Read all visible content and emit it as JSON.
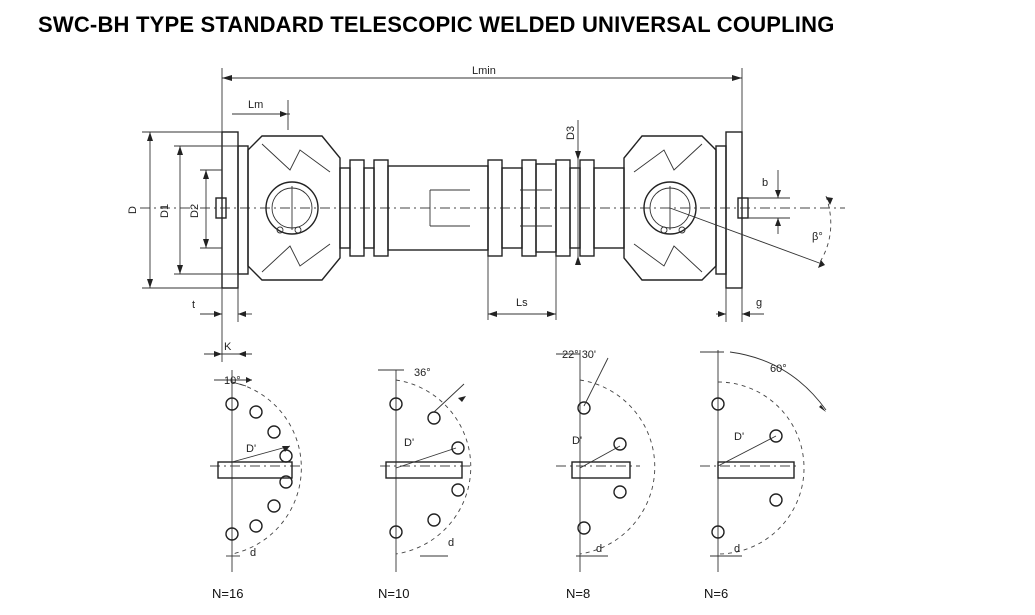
{
  "title": "SWC-BH TYPE STANDARD TELESCOPIC WELDED UNIVERSAL COUPLING",
  "dimensions": {
    "lmin": "Lmin",
    "lm": "Lm",
    "ls": "Ls",
    "d": "D",
    "d1": "D1",
    "d2": "D2",
    "d3": "D3",
    "b": "b",
    "beta": "β°",
    "t": "t",
    "g": "g",
    "k": "K"
  },
  "flanges": [
    {
      "label": "N=16",
      "angle": "10°",
      "pcd": "D'",
      "hole": "d"
    },
    {
      "label": "N=10",
      "angle": "36°",
      "pcd": "D'",
      "hole": "d"
    },
    {
      "label": "N=8",
      "angle": "22° 30'",
      "pcd": "D'",
      "hole": "d"
    },
    {
      "label": "N=6",
      "angle": "60°",
      "pcd": "D'",
      "hole": "d"
    }
  ]
}
